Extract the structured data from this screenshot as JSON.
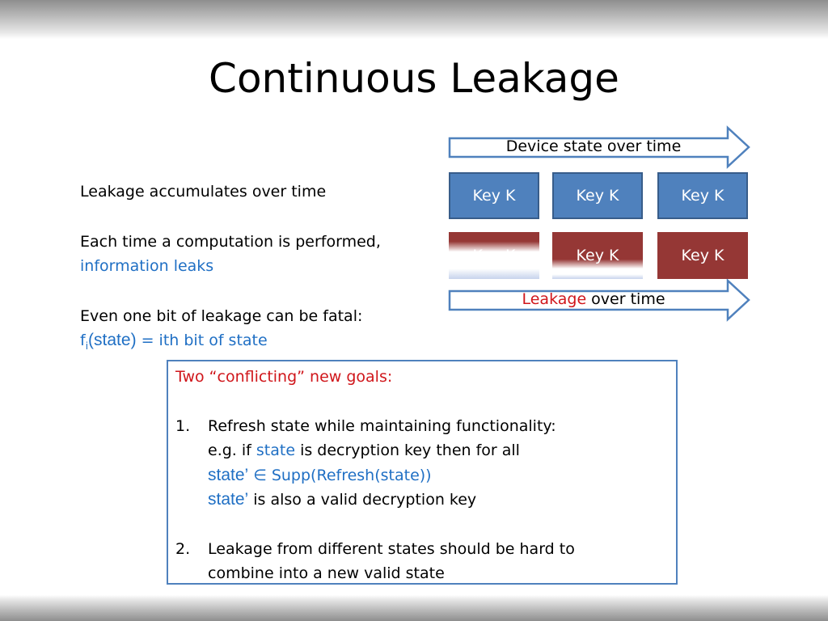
{
  "slide": {
    "title": "Continuous Leakage"
  },
  "left_text": {
    "line1": "Leakage accumulates over time",
    "line2a": "Each time a computation is performed,",
    "line2b": "information leaks",
    "line3a": "Even one bit of leakage can be fatal:",
    "f_base": "f",
    "f_sub": "i",
    "f_state": "(state)",
    "f_rest": " = ith bit of state"
  },
  "diagram": {
    "top_arrow_label": "Device state over time",
    "bottom_arrow_label_red": "Leakage",
    "bottom_arrow_label_rest": " over time",
    "top_keys": [
      "Key K",
      "Key K",
      "Key K"
    ],
    "bottom_keys": [
      "Key K",
      "Key K",
      "Key K"
    ],
    "colors": {
      "key_blue": "#4f81bd",
      "key_red": "#953735",
      "arrow_outline": "#4f81bd",
      "accent_red": "#d0161b",
      "accent_blue": "#1f6fc4"
    }
  },
  "goals": {
    "heading": "Two “conflicting” new goals:",
    "item1_num": "1.",
    "item1_line1": "Refresh state while maintaining functionality:",
    "item1_line2_a": "e.g. if ",
    "item1_line2_state": "state",
    "item1_line2_b": " is decryption key then for all",
    "item1_line3_state": "state’",
    "item1_line3_rest": " ∈ Supp(Refresh(state))",
    "item1_line4_state": "state’",
    "item1_line4_rest": "  is also a valid decryption key",
    "item2_num": "2.",
    "item2_line1": "Leakage from different states should be hard to",
    "item2_line2": "combine into a new valid state"
  }
}
